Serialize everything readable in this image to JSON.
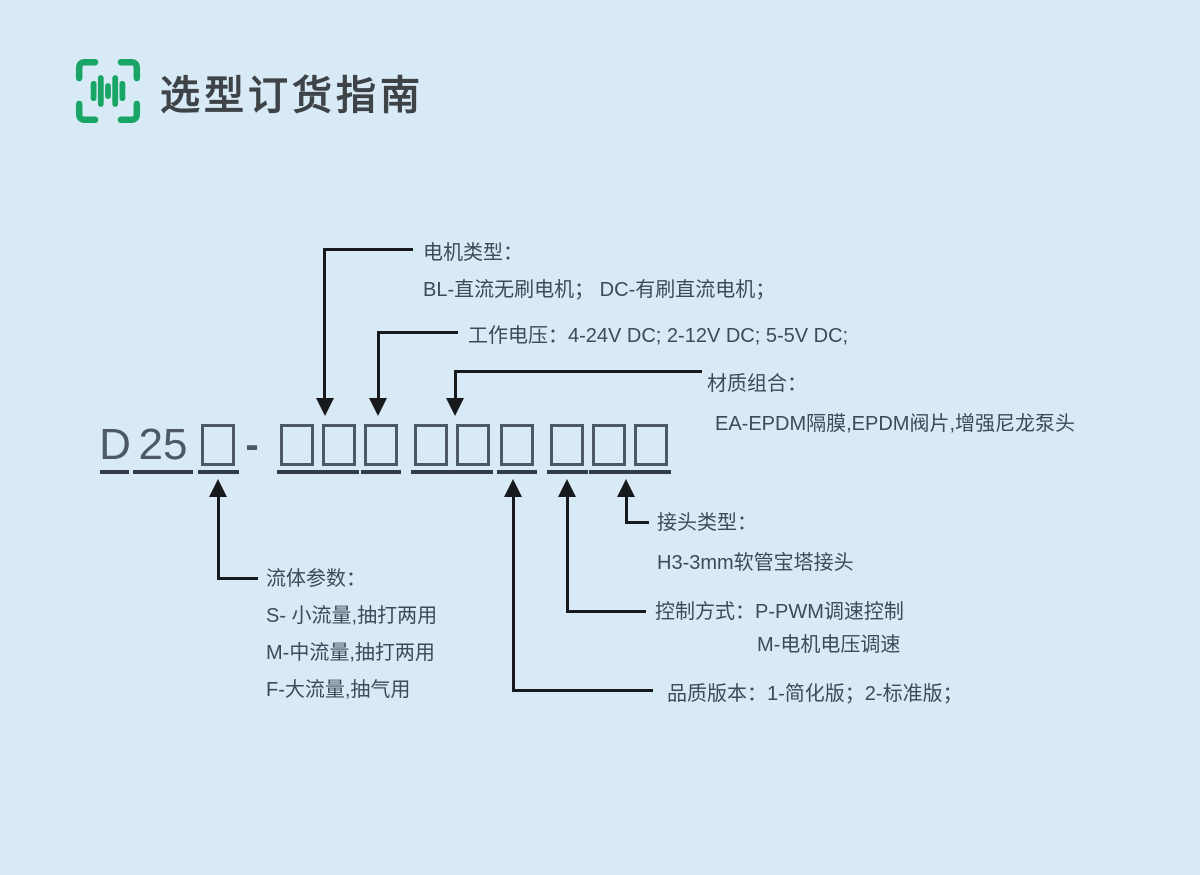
{
  "header": {
    "title": "选型订货指南",
    "icon": "scan-barcode-icon"
  },
  "colors": {
    "bg": "#d8eaf6",
    "green": "#18a566",
    "title": "#3d4347",
    "txt": "#3e4a55",
    "line": "#17191c",
    "slot": "#4d5a66",
    "ul": "#333d47"
  },
  "code": {
    "series": "D",
    "size": "25",
    "separator": "-"
  },
  "callouts": {
    "motor": {
      "title": "电机类型：",
      "options": "BL-直流无刷电机； DC-有刷直流电机；"
    },
    "voltage": {
      "label": "工作电压：4-24V DC; 2-12V DC; 5-5V DC;"
    },
    "material": {
      "title": "材质组合：",
      "options": "EA-EPDM隔膜,EPDM阀片,增强尼龙泵头"
    },
    "fluid": {
      "title": "流体参数：",
      "options": [
        "S- 小流量,抽打两用",
        "M-中流量,抽打两用",
        "F-大流量,抽气用"
      ]
    },
    "connector": {
      "title": "接头类型：",
      "options": "H3-3mm软管宝塔接头"
    },
    "control": {
      "line1": "控制方式：P-PWM调速控制",
      "line2": "M-电机电压调速"
    },
    "quality": {
      "label": "品质版本：1-简化版；2-标准版；"
    }
  }
}
